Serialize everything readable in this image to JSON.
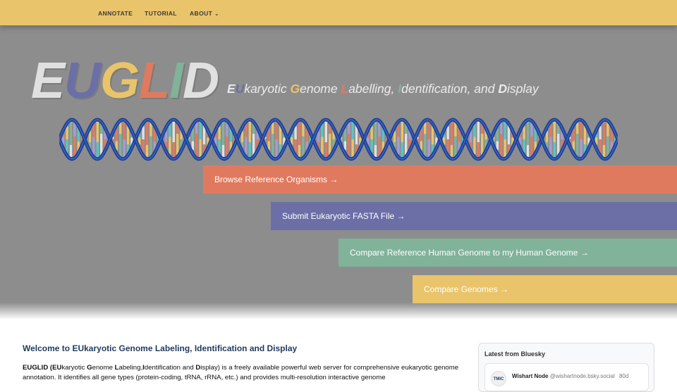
{
  "nav": {
    "items": [
      "ANNOTATE",
      "TUTORIAL",
      "ABOUT"
    ],
    "about_chevron": "⌄"
  },
  "hero": {
    "logo_letters": [
      "E",
      "U",
      "G",
      "L",
      "I",
      "D"
    ],
    "logo_colors": [
      "#e0e0e0",
      "#6b6fa6",
      "#e9c46a",
      "#e07a5f",
      "#81b29a",
      "#e0e0e0"
    ],
    "tagline": [
      {
        "text": "E",
        "bold": true,
        "color": "#e7e7e7"
      },
      {
        "text": "U",
        "bold": true,
        "color": "#6b6fa6"
      },
      {
        "text": "karyotic ",
        "bold": false,
        "color": "#ececec"
      },
      {
        "text": "G",
        "bold": true,
        "color": "#e9c46a"
      },
      {
        "text": "enome ",
        "bold": false,
        "color": "#ececec"
      },
      {
        "text": "L",
        "bold": true,
        "color": "#e07a5f"
      },
      {
        "text": "abelling, ",
        "bold": false,
        "color": "#ececec"
      },
      {
        "text": "I",
        "bold": true,
        "color": "#81b29a"
      },
      {
        "text": "dentification, and ",
        "bold": false,
        "color": "#ececec"
      },
      {
        "text": "D",
        "bold": true,
        "color": "#ececec"
      },
      {
        "text": "isplay",
        "bold": false,
        "color": "#ececec"
      }
    ]
  },
  "actions": [
    {
      "label": "Browse Reference Organisms →",
      "color": "#e07a5f"
    },
    {
      "label": "Submit Eukaryotic FASTA File →",
      "color": "#6b6fa6"
    },
    {
      "label": "Compare Reference Human Genome to my Human Genome →",
      "color": "#81b29a"
    },
    {
      "label": "Compare Genomes →",
      "color": "#e9c46a"
    }
  ],
  "welcome": {
    "title": "Welcome to EUkaryotic Genome Labeling, Identification and Display",
    "intro": [
      {
        "text": "EUGLID (",
        "bold": true
      },
      {
        "text": "EU",
        "bold": true
      },
      {
        "text": "karyotic ",
        "bold": false
      },
      {
        "text": "G",
        "bold": true
      },
      {
        "text": "enome ",
        "bold": false
      },
      {
        "text": "L",
        "bold": true
      },
      {
        "text": "abeling,",
        "bold": false
      },
      {
        "text": "I",
        "bold": true
      },
      {
        "text": "dentification and ",
        "bold": false
      },
      {
        "text": "D",
        "bold": true
      },
      {
        "text": "isplay) is a freely available powerful web server for comprehensive eukaryotic genome annotation. It identifies all gene types (protein-coding, tRNA, rRNA, etc.) and provides multi-resolution interactive genome",
        "bold": false
      }
    ]
  },
  "bluesky": {
    "title": "Latest from Bluesky",
    "post": {
      "avatar_text": "TMIC",
      "author": "Wishart Node",
      "handle": "@wishartnode.bsky.social",
      "age": "80d"
    }
  },
  "colors": {
    "nav_bg": "#e9c46a",
    "hero_bg": "#8d8d8d",
    "title_blue": "#1f3b5c",
    "dna_strand": "#1d3f8f"
  }
}
